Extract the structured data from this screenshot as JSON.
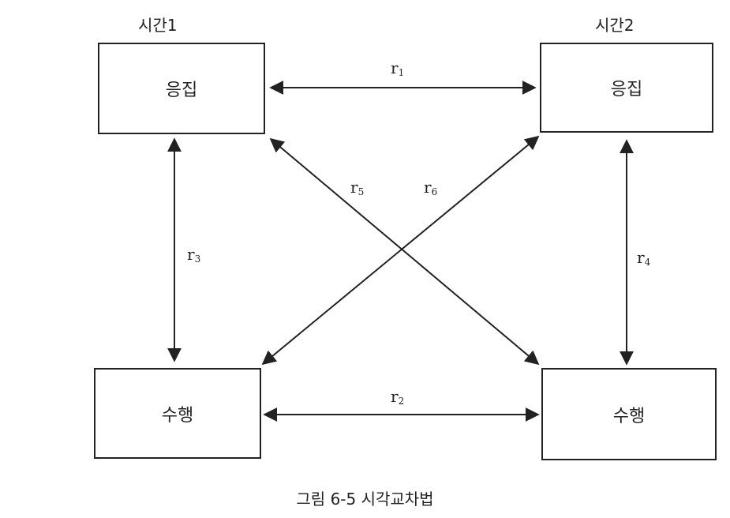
{
  "diagram": {
    "time_labels": {
      "time1": "시간1",
      "time2": "시간2"
    },
    "boxes": {
      "cohesion_t1": "응집",
      "cohesion_t2": "응집",
      "performance_t1": "수행",
      "performance_t2": "수행"
    },
    "relations": [
      {
        "id": "r1",
        "letter": "r",
        "index": "1",
        "from": "cohesion_t1",
        "to": "cohesion_t2"
      },
      {
        "id": "r2",
        "letter": "r",
        "index": "2",
        "from": "performance_t1",
        "to": "performance_t2"
      },
      {
        "id": "r3",
        "letter": "r",
        "index": "3",
        "from": "cohesion_t1",
        "to": "performance_t1"
      },
      {
        "id": "r4",
        "letter": "r",
        "index": "4",
        "from": "cohesion_t2",
        "to": "performance_t2"
      },
      {
        "id": "r5",
        "letter": "r",
        "index": "5",
        "from": "cohesion_t1",
        "to": "performance_t2"
      },
      {
        "id": "r6",
        "letter": "r",
        "index": "6",
        "from": "performance_t1",
        "to": "cohesion_t2"
      }
    ],
    "caption": "그림 6-5 시각교차법"
  }
}
